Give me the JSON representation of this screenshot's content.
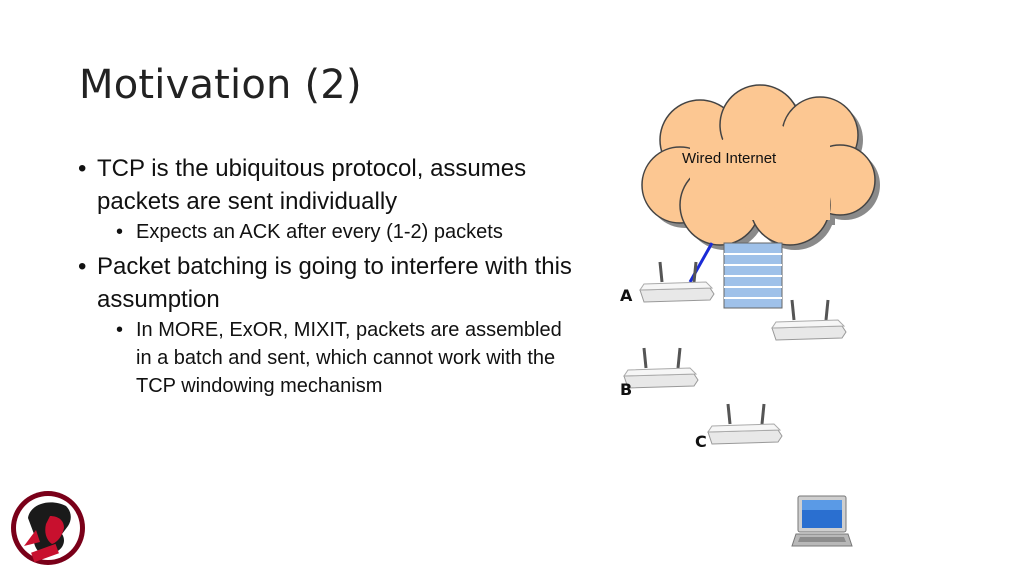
{
  "slide": {
    "title": "Motivation (2)",
    "bullets": [
      {
        "text": "TCP is the ubiquitous protocol, assumes packets are sent individually",
        "sub": [
          "Expects an ACK after every (1-2) packets"
        ]
      },
      {
        "text": "Packet batching is going to interfere with this assumption",
        "sub": [
          "In MORE, ExOR, MIXIT, packets are assembled in a batch and sent, which cannot work with the TCP windowing mechanism"
        ]
      }
    ]
  },
  "diagram": {
    "cloud_label": "Wired Internet",
    "node_labels": [
      "A",
      "B",
      "C"
    ],
    "colors": {
      "cloud_fill": "#fcc792",
      "cloud_stroke": "#444444",
      "queue_fill": "#9fc1e9",
      "link": "#1a2bd6"
    },
    "icons": [
      "router-icon",
      "laptop-icon",
      "logo"
    ]
  }
}
